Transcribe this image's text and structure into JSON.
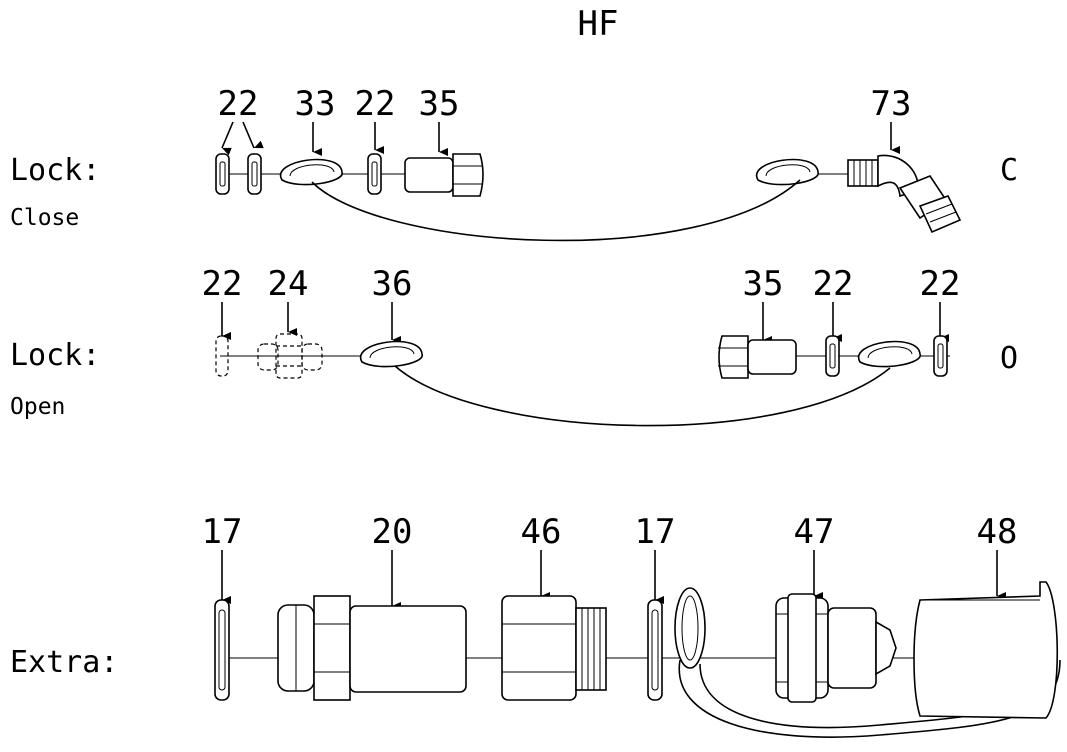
{
  "title": "HF",
  "rows": {
    "lock_close": {
      "label_line1": "Lock:",
      "label_line2": "Close",
      "code": "C",
      "callouts": [
        "22",
        "22",
        "33",
        "22",
        "35",
        "73"
      ]
    },
    "lock_open": {
      "label_line1": "Lock:",
      "label_line2": "Open",
      "code": "O",
      "callouts": [
        "22",
        "24",
        "36",
        "35",
        "22",
        "22"
      ]
    },
    "extra": {
      "label": "Extra:",
      "callouts": [
        "17",
        "20",
        "46",
        "17",
        "47",
        "48"
      ]
    }
  }
}
